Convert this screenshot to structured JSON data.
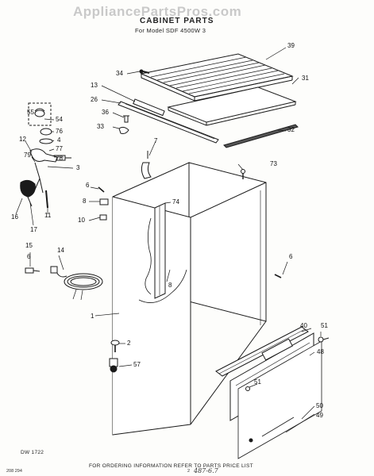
{
  "header": {
    "watermark": "AppliancePartsPros.com",
    "title": "CABINET PARTS",
    "model_line": "For Model SDF 4500W 3"
  },
  "callouts": {
    "c1": "1",
    "c2": "2",
    "c3": "3",
    "c4": "4",
    "c6a": "6",
    "c6b": "6",
    "c6c": "6",
    "c7": "7",
    "c8a": "8",
    "c8b": "8",
    "c10": "10",
    "c11": "11",
    "c12": "12",
    "c13": "13",
    "c14": "14",
    "c15": "15",
    "c16": "16",
    "c17": "17",
    "c26": "26",
    "c31": "31",
    "c32": "32",
    "c33": "33",
    "c34": "34",
    "c36": "36",
    "c39": "39",
    "c40": "40",
    "c48": "48",
    "c49": "49",
    "c50": "50",
    "c51a": "51",
    "c51b": "51",
    "c54": "54",
    "c55": "55",
    "c57": "57",
    "c73": "73",
    "c74": "74",
    "c76": "76",
    "c77": "77",
    "c78": "78",
    "c79": "79"
  },
  "footer": {
    "dw_code": "DW 1722",
    "ordering_note": "FOR ORDERING INFORMATION REFER TO PARTS PRICE LIST",
    "left_code": "208 294",
    "page_number": "2",
    "handwritten": "487-6.7"
  }
}
